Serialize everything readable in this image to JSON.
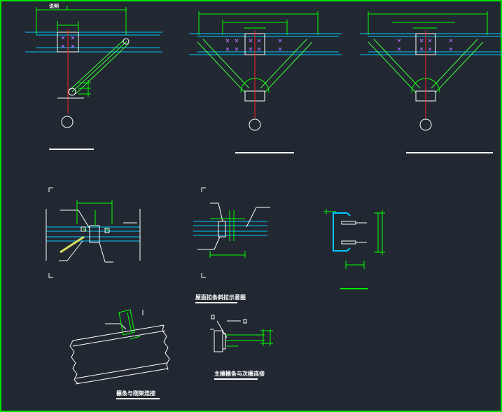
{
  "drawing": {
    "title_top_left": "说明",
    "caption_bracing": "屋面拉条斜拉示意图",
    "caption_purlin_beam": "檩条与刚架连接",
    "caption_main_purlin": "主檩檩条与次檩连接"
  },
  "colors": {
    "background": "#222831",
    "frame": "#00e400",
    "dimension": "#00ff00",
    "beam": "#00c8ff",
    "brace": "#3cff3c",
    "bolt": "#b070ff",
    "axis": "#ff2020",
    "line": "#ffffff"
  }
}
